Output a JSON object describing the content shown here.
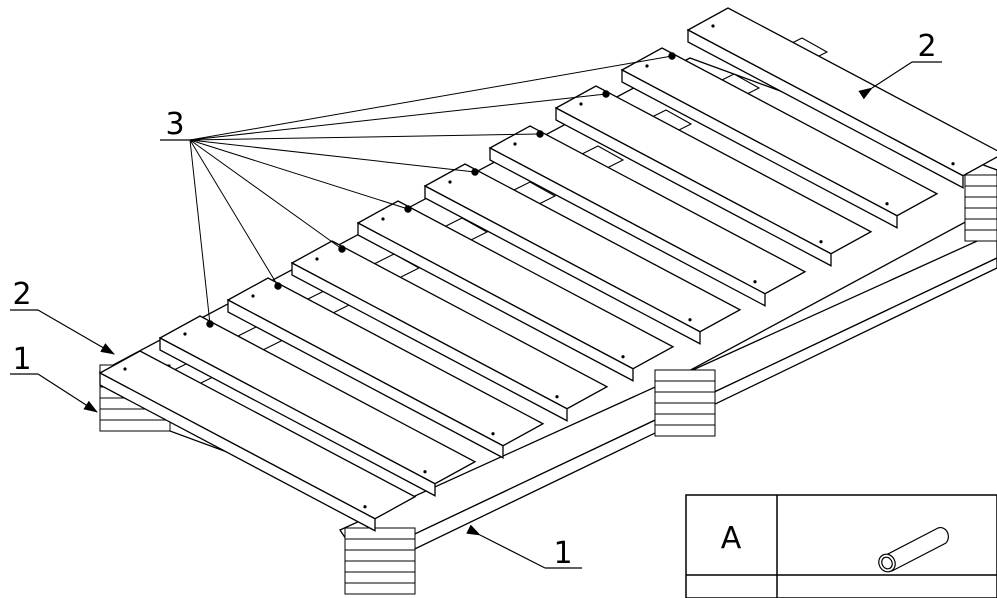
{
  "drawing": {
    "callouts": {
      "frame_bottom": "1",
      "frame_left": "1",
      "board_left": "2",
      "board_right": "2",
      "deck_boards": "3"
    },
    "table": {
      "row_a_label": "A",
      "row_a_item": "dowel-pin-icon"
    }
  }
}
